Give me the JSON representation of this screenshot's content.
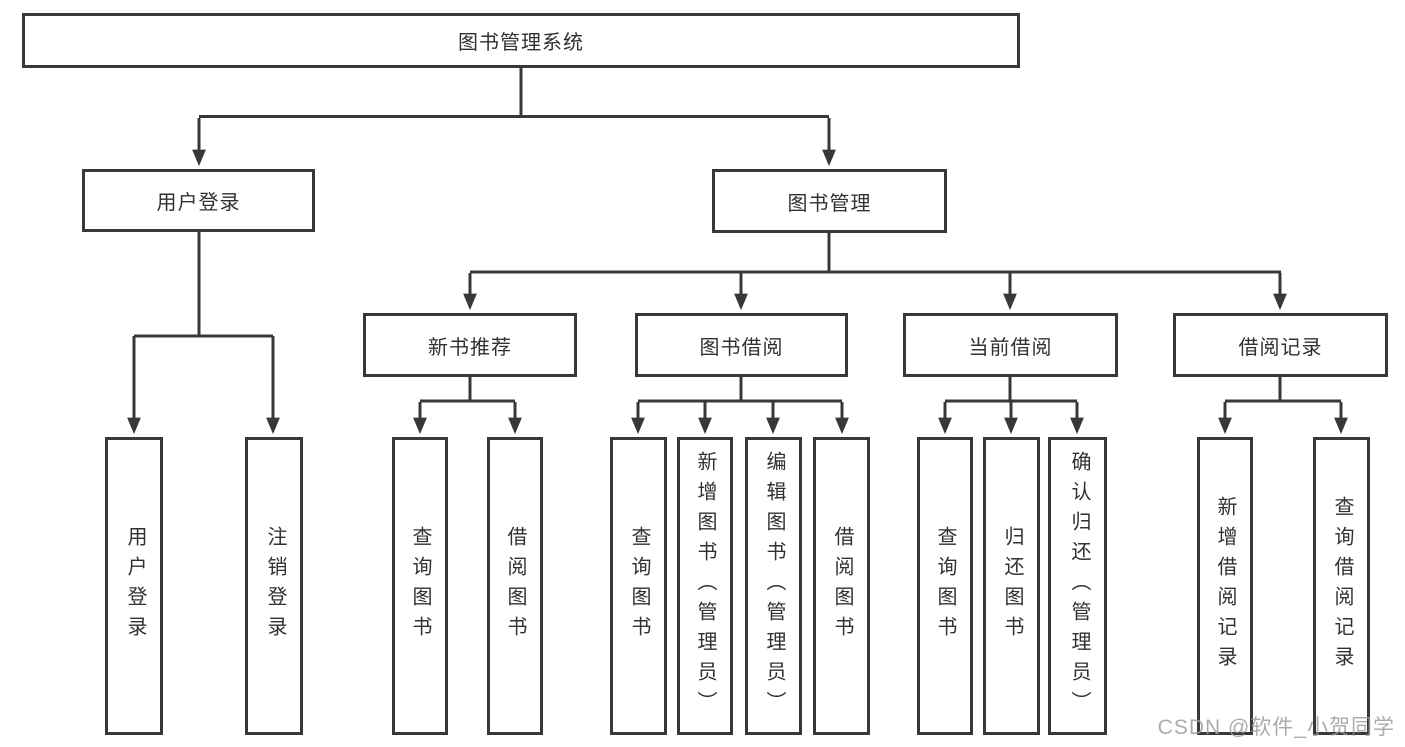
{
  "tree": {
    "root": {
      "label": "图书管理系统"
    },
    "branches": [
      {
        "label": "用户登录",
        "children": [
          {
            "label": "用户登录"
          },
          {
            "label": "注销登录"
          }
        ]
      },
      {
        "label": "图书管理",
        "children": [
          {
            "label": "新书推荐",
            "children": [
              {
                "label": "查询图书"
              },
              {
                "label": "借阅图书"
              }
            ]
          },
          {
            "label": "图书借阅",
            "children": [
              {
                "label": "查询图书"
              },
              {
                "label": "新增图书（管理员）"
              },
              {
                "label": "编辑图书（管理员）"
              },
              {
                "label": "借阅图书"
              }
            ]
          },
          {
            "label": "当前借阅",
            "children": [
              {
                "label": "查询图书"
              },
              {
                "label": "归还图书"
              },
              {
                "label": "确认归还（管理员）"
              }
            ]
          },
          {
            "label": "借阅记录",
            "children": [
              {
                "label": "新增借阅记录"
              },
              {
                "label": "查询借阅记录"
              }
            ]
          }
        ]
      }
    ]
  },
  "watermark": "CSDN @软件_小贺同学",
  "colors": {
    "line": "#383838",
    "text": "#313131",
    "watermark": "#9e9e9e",
    "background": "#ffffff"
  }
}
